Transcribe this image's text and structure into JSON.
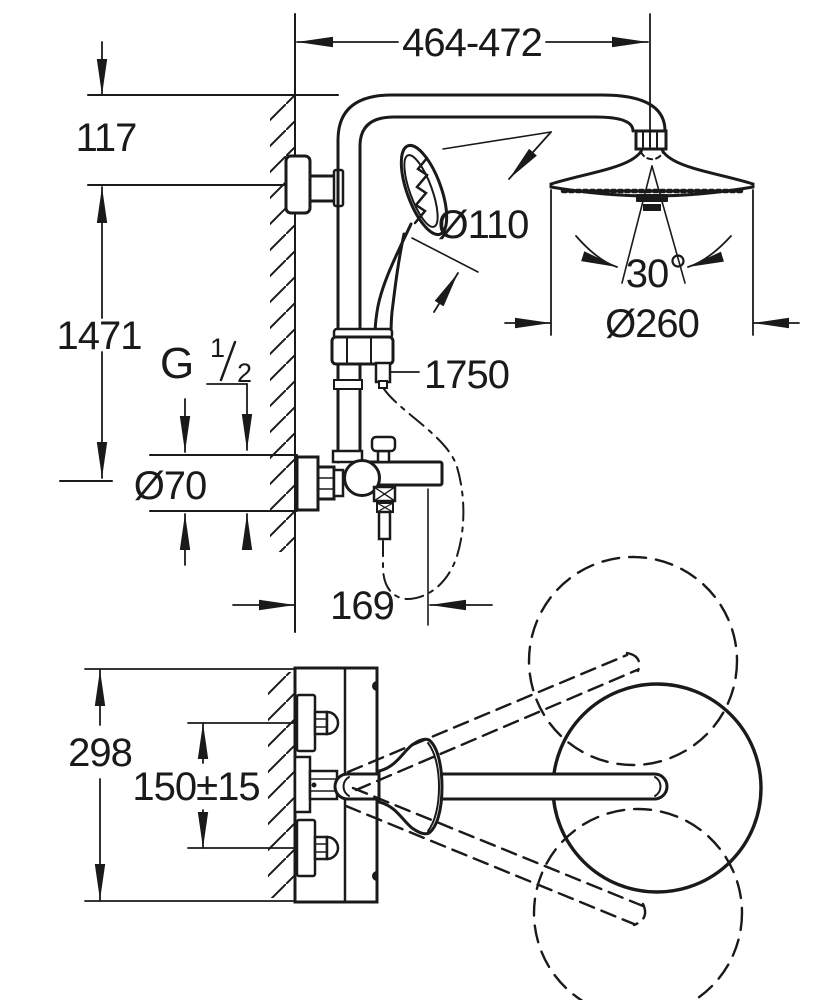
{
  "page": {
    "background": "#ffffff",
    "line_color": "#1a1a1a"
  },
  "front_view": {
    "dims": {
      "width_range": "464-472",
      "wall_offset": "117",
      "height": "1471",
      "thread_prefix": "G",
      "thread_numerator": "1",
      "thread_denominator": "2",
      "flange_dia": "Ø70",
      "hand_shower_dia": "Ø110",
      "swivel_angle": "30",
      "head_dia": "Ø260",
      "hose_length": "1750",
      "projection": "169"
    }
  },
  "plan_view": {
    "dims": {
      "overall_depth": "298",
      "supply_spacing": "150±15"
    }
  }
}
